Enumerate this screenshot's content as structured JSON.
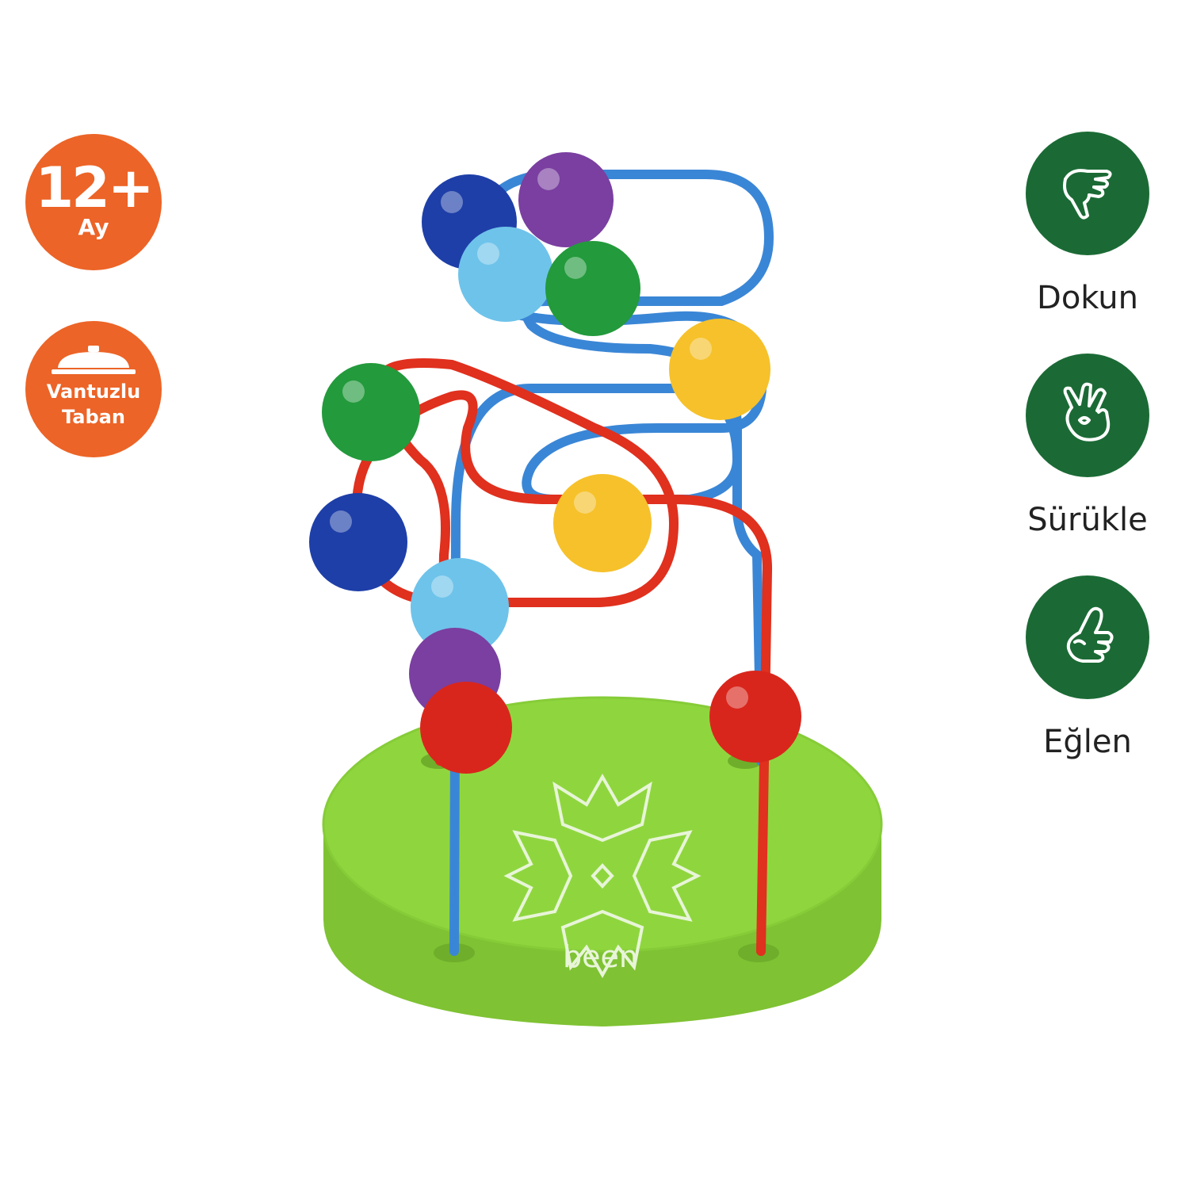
{
  "badges": {
    "age": {
      "number": "12+",
      "unit": "Ay",
      "color": "#ec6427"
    },
    "suction": {
      "line1": "Vantuzlu",
      "line2": "Taban",
      "icon": "suction-cup-icon",
      "color": "#ec6427"
    }
  },
  "features": [
    {
      "label": "Dokun",
      "icon": "touch-hand-icon"
    },
    {
      "label": "Sürükle",
      "icon": "drag-hand-icon"
    },
    {
      "label": "Eğlen",
      "icon": "thumbs-up-icon"
    }
  ],
  "feature_color": "#1b6a35",
  "product": {
    "brand": "been",
    "base_color": "#8ccf3a",
    "wire_colors": [
      "#3a86d6",
      "#e0301e"
    ],
    "bead_colors": [
      "#1e3fa8",
      "#7a3fa0",
      "#6ec3ea",
      "#239a3c",
      "#f6c12a",
      "#d9261c"
    ]
  }
}
